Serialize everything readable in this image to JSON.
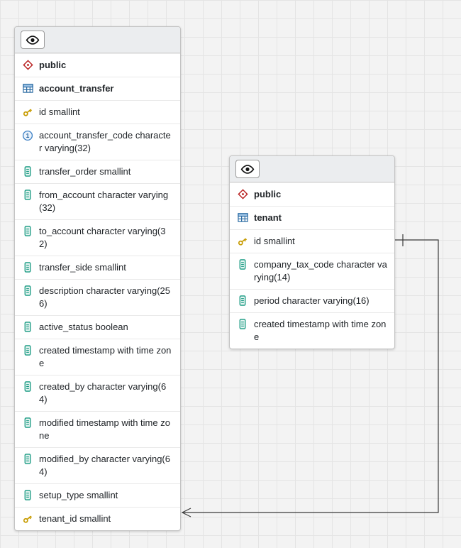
{
  "canvas": {
    "background": "#f3f3f3",
    "grid_color": "#e4e4e4"
  },
  "tables": [
    {
      "schema": "public",
      "name": "account_transfer",
      "columns": [
        {
          "label": "id smallint",
          "icon": "primary-key-icon"
        },
        {
          "label": "account_transfer_code character varying(32)",
          "icon": "unique-icon"
        },
        {
          "label": "transfer_order smallint",
          "icon": "column-icon"
        },
        {
          "label": "from_account character varying(32)",
          "icon": "column-icon"
        },
        {
          "label": "to_account character varying(32)",
          "icon": "column-icon"
        },
        {
          "label": "transfer_side smallint",
          "icon": "column-icon"
        },
        {
          "label": "description character varying(256)",
          "icon": "column-icon"
        },
        {
          "label": "active_status boolean",
          "icon": "column-icon"
        },
        {
          "label": "created timestamp with time zone",
          "icon": "column-icon"
        },
        {
          "label": "created_by character varying(64)",
          "icon": "column-icon"
        },
        {
          "label": "modified timestamp with time zone",
          "icon": "column-icon"
        },
        {
          "label": "modified_by character varying(64)",
          "icon": "column-icon"
        },
        {
          "label": "setup_type smallint",
          "icon": "column-icon"
        },
        {
          "label": "tenant_id smallint",
          "icon": "primary-key-icon"
        }
      ]
    },
    {
      "schema": "public",
      "name": "tenant",
      "columns": [
        {
          "label": "id smallint",
          "icon": "primary-key-icon"
        },
        {
          "label": "company_tax_code character varying(14)",
          "icon": "column-icon"
        },
        {
          "label": "period character varying(16)",
          "icon": "column-icon"
        },
        {
          "label": "created timestamp with time zone",
          "icon": "column-icon"
        }
      ]
    }
  ],
  "relationship": {
    "from_table": "tenant",
    "to_table": "account_transfer"
  },
  "colors": {
    "key": "#c79b00",
    "unique": "#3b7fc4",
    "column": "#159980",
    "schema": "#b71c1c",
    "table": "#2e6da4",
    "line": "#3a3a3a"
  }
}
